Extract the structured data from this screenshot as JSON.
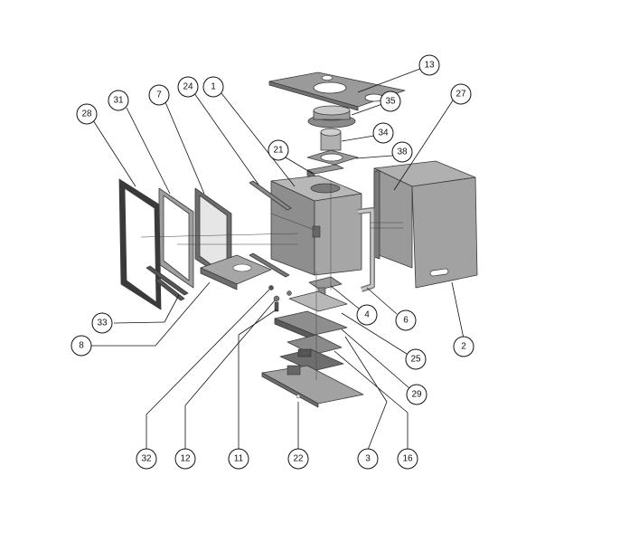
{
  "diagram": {
    "type": "exploded-parts-view",
    "colors": {
      "part_fill_dark": "#8a8a8a",
      "part_fill_mid": "#a8a8a8",
      "part_fill_light": "#c8c8c8",
      "glass_fill": "#e6e6e6",
      "leader": "#111111",
      "callout_border": "#111111",
      "background": "#ffffff"
    },
    "callouts": [
      {
        "id": "c13",
        "label": "13"
      },
      {
        "id": "c27",
        "label": "27"
      },
      {
        "id": "c35",
        "label": "35"
      },
      {
        "id": "c34",
        "label": "34"
      },
      {
        "id": "c38",
        "label": "38"
      },
      {
        "id": "c21",
        "label": "21"
      },
      {
        "id": "c7",
        "label": "7"
      },
      {
        "id": "c24",
        "label": "24"
      },
      {
        "id": "c1",
        "label": "1"
      },
      {
        "id": "c31",
        "label": "31"
      },
      {
        "id": "c28",
        "label": "28"
      },
      {
        "id": "c33",
        "label": "33"
      },
      {
        "id": "c8",
        "label": "8"
      },
      {
        "id": "c4",
        "label": "4"
      },
      {
        "id": "c6",
        "label": "6"
      },
      {
        "id": "c2",
        "label": "2"
      },
      {
        "id": "c25",
        "label": "25"
      },
      {
        "id": "c29",
        "label": "29"
      },
      {
        "id": "c32",
        "label": "32"
      },
      {
        "id": "c12",
        "label": "12"
      },
      {
        "id": "c11",
        "label": "11"
      },
      {
        "id": "c22",
        "label": "22"
      },
      {
        "id": "c3",
        "label": "3"
      },
      {
        "id": "c16",
        "label": "16"
      }
    ]
  }
}
